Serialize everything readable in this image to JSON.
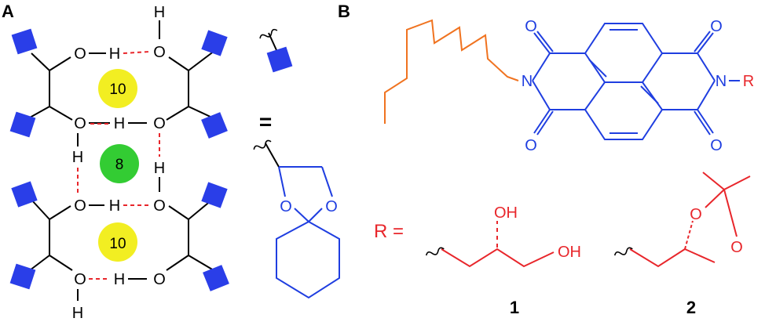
{
  "panel_a": {
    "label": "A",
    "ring_sizes": [
      "10",
      "8",
      "10"
    ],
    "atoms": {
      "oxygen": "O",
      "hydrogen": "H"
    },
    "equals": "="
  },
  "panel_b": {
    "label": "B",
    "atoms": {
      "oxygen": "O",
      "nitrogen": "N",
      "r_group": "R"
    },
    "r_equals": "R =",
    "hydroxyl": "OH",
    "compounds": [
      "1",
      "2"
    ]
  },
  "colors": {
    "bond": "#000000",
    "hbond": "#e8262b",
    "sugar_square": "#2a3ee8",
    "acetal_blue": "#1f3ee0",
    "alkyl_orange": "#f07320",
    "red_group": "#e8262b",
    "ring10": "#f2ee22",
    "ring8": "#33cc33"
  },
  "icons": {
    "blue_square": "square-glyph",
    "wavy_bond": "wavy-bond-glyph"
  }
}
